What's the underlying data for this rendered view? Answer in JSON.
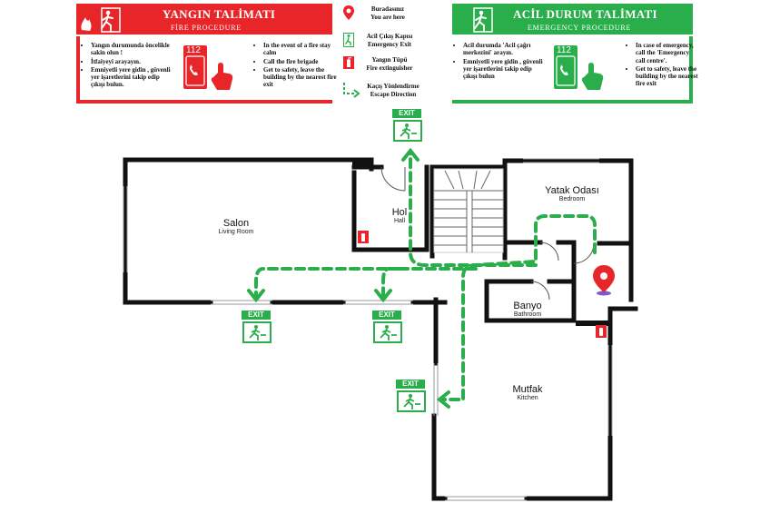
{
  "fire": {
    "title": "YANGIN TALİMATI",
    "subtitle": "FİRE PROCEDURE",
    "phone_number": "112",
    "tr_items": [
      "Yangın durumunda öncelikle sakin olun !",
      "İtfaiyeyi arayayın.",
      "Emniyetli yere gidin , güvenli yer işaretlerini takip edip çıkışı bulun."
    ],
    "en_items": [
      "In the event of a fire stay calm",
      "Call the fire brigade",
      "Get to safety, leave the building by the nearest fire exit"
    ]
  },
  "legend": {
    "here_tr": "Buradasınız",
    "here_en": "You are here",
    "exit_tr": "Acil Çıkış Kapısı",
    "exit_en": "Emergency Exit",
    "ext_tr": "Yangın Tüpü",
    "ext_en": "Fire extinguisher",
    "dir_tr": "Kaçış Yönlendirme",
    "dir_en": "Escape Direction"
  },
  "emergency": {
    "title": "ACİL DURUM TALİMATI",
    "subtitle": "EMERGENCY PROCEDURE",
    "phone_number": "112",
    "tr_items": [
      "Acil durumda 'Acil çağrı merkezini' arayın.",
      "Emniyetli yere gidin , güvenli yer işaretlerini takip edip çıkışı bulun"
    ],
    "en_items": [
      "In case of emergency, call the 'Emergency call centre'.",
      "Get to safety, leave the building by the nearest fire exit"
    ]
  },
  "exit_label": "EXIT",
  "rooms": {
    "salon": {
      "tr": "Salon",
      "en": "Living Room"
    },
    "hol": {
      "tr": "Hol",
      "en": "Hall"
    },
    "yatak": {
      "tr": "Yatak Odası",
      "en": "Bedroom"
    },
    "banyo": {
      "tr": "Banyo",
      "en": "Bathroom"
    },
    "mutfak": {
      "tr": "Mutfak",
      "en": "Kitchen"
    }
  },
  "colors": {
    "fire_red": "#e8262a",
    "exit_green": "#2aae4c",
    "marker_red": "#e8262a",
    "marker_purple": "#7b5cc4"
  },
  "icons": {
    "runner": "running-person-icon",
    "phone": "phone-icon",
    "hand": "tapping-hand-icon",
    "marker": "location-marker-icon",
    "extinguisher": "fire-extinguisher-icon"
  }
}
